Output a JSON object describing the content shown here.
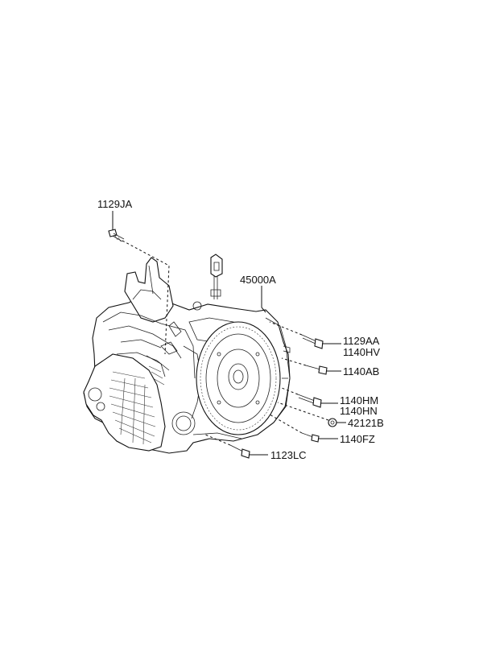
{
  "labels": {
    "p1129JA": "1129JA",
    "p45000A": "45000A",
    "p1129AA": "1129AA",
    "p1140HV": "1140HV",
    "p1140AB": "1140AB",
    "p1140HM": "1140HM",
    "p1140HN": "1140HN",
    "p42121B": "42121B",
    "p1140FZ": "1140FZ",
    "p1123LC": "1123LC"
  }
}
